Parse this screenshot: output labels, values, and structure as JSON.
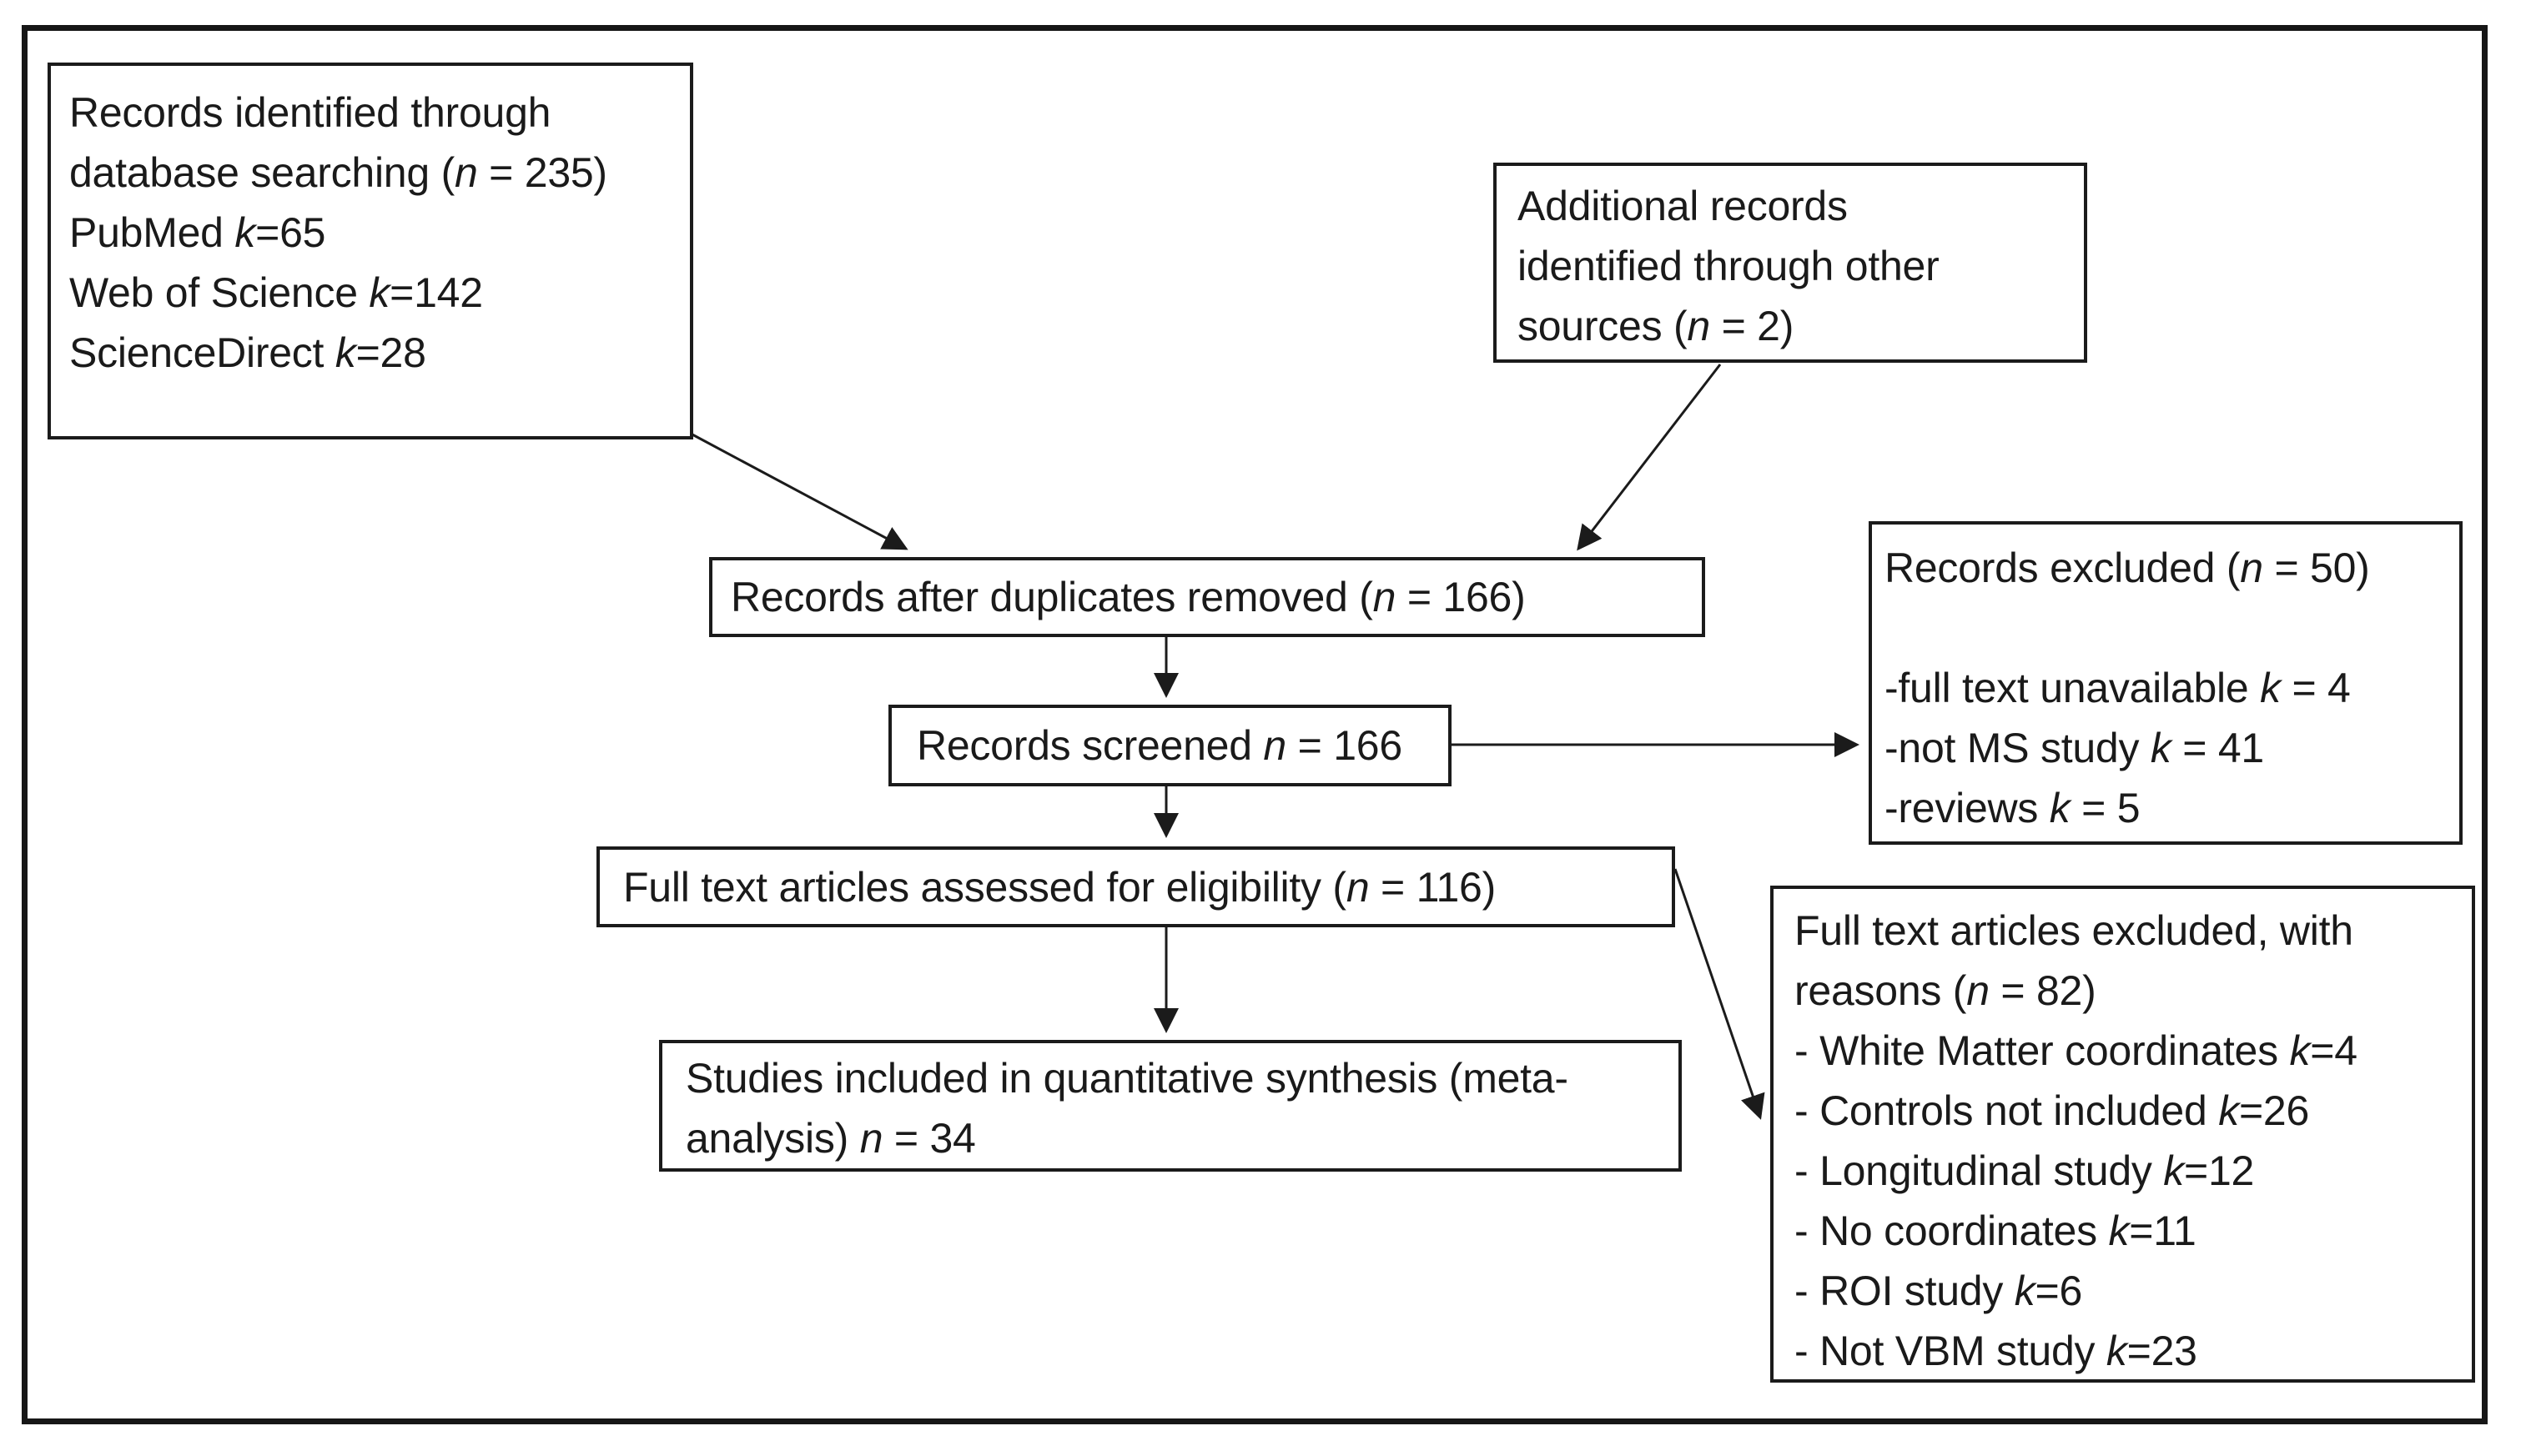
{
  "figure": {
    "kind": "prisma-flow-diagram",
    "colors": {
      "ink": "#1b1b1b",
      "paper": "#ffffff"
    }
  },
  "boxes": {
    "identification": {
      "lines": [
        [
          {
            "t": "Records identified through"
          }
        ],
        [
          {
            "t": "database searching ("
          },
          {
            "t": "n",
            "i": 1
          },
          {
            "t": " = 235)"
          }
        ],
        [
          {
            "t": "PubMed "
          },
          {
            "t": "k",
            "i": 1
          },
          {
            "t": "=65"
          }
        ],
        [
          {
            "t": "Web of Science "
          },
          {
            "t": "k",
            "i": 1
          },
          {
            "t": "=142"
          }
        ],
        [
          {
            "t": "ScienceDirect "
          },
          {
            "t": "k",
            "i": 1
          },
          {
            "t": "=28"
          }
        ]
      ]
    },
    "other_sources": {
      "lines": [
        [
          {
            "t": "Additional records"
          }
        ],
        [
          {
            "t": "identified through other"
          }
        ],
        [
          {
            "t": "sources ("
          },
          {
            "t": "n",
            "i": 1
          },
          {
            "t": " = 2)"
          }
        ]
      ]
    },
    "duplicates_removed": {
      "lines": [
        [
          {
            "t": "Records after duplicates removed ("
          },
          {
            "t": "n",
            "i": 1
          },
          {
            "t": " = 166)"
          }
        ]
      ]
    },
    "screened": {
      "lines": [
        [
          {
            "t": "Records screened "
          },
          {
            "t": "n",
            "i": 1
          },
          {
            "t": " = 166"
          }
        ]
      ]
    },
    "records_excluded": {
      "title": [
        {
          "t": "Records excluded ("
        },
        {
          "t": "n",
          "i": 1
        },
        {
          "t": " = 50)"
        }
      ],
      "items": [
        [
          {
            "t": "-full text unavailable "
          },
          {
            "t": "k",
            "i": 1
          },
          {
            "t": " = 4"
          }
        ],
        [
          {
            "t": "-not MS study "
          },
          {
            "t": "k",
            "i": 1
          },
          {
            "t": " = 41"
          }
        ],
        [
          {
            "t": "-reviews "
          },
          {
            "t": "k",
            "i": 1
          },
          {
            "t": " = 5"
          }
        ]
      ]
    },
    "eligibility": {
      "lines": [
        [
          {
            "t": "Full text articles assessed for eligibility ("
          },
          {
            "t": "n",
            "i": 1
          },
          {
            "t": " = 116)"
          }
        ]
      ]
    },
    "fulltext_excluded": {
      "title_lines": [
        [
          {
            "t": "Full text articles excluded, with"
          }
        ],
        [
          {
            "t": "reasons ("
          },
          {
            "t": "n",
            "i": 1
          },
          {
            "t": " = 82)"
          }
        ]
      ],
      "marker": "-",
      "items": [
        [
          {
            "t": "White Matter coordinates "
          },
          {
            "t": "k",
            "i": 1
          },
          {
            "t": "=4"
          }
        ],
        [
          {
            "t": "Controls not included "
          },
          {
            "t": "k",
            "i": 1
          },
          {
            "t": "=26"
          }
        ],
        [
          {
            "t": "Longitudinal study "
          },
          {
            "t": "k",
            "i": 1
          },
          {
            "t": "=12"
          }
        ],
        [
          {
            "t": "No coordinates "
          },
          {
            "t": "k",
            "i": 1
          },
          {
            "t": "=11"
          }
        ],
        [
          {
            "t": "ROI study "
          },
          {
            "t": "k",
            "i": 1
          },
          {
            "t": "=6"
          }
        ],
        [
          {
            "t": "Not VBM study "
          },
          {
            "t": "k",
            "i": 1
          },
          {
            "t": "=23"
          }
        ]
      ]
    },
    "included": {
      "lines": [
        [
          {
            "t": "Studies included in quantitative synthesis (meta-"
          }
        ],
        [
          {
            "t": "analysis) "
          },
          {
            "t": "n",
            "i": 1
          },
          {
            "t": " = 34"
          }
        ]
      ]
    }
  }
}
